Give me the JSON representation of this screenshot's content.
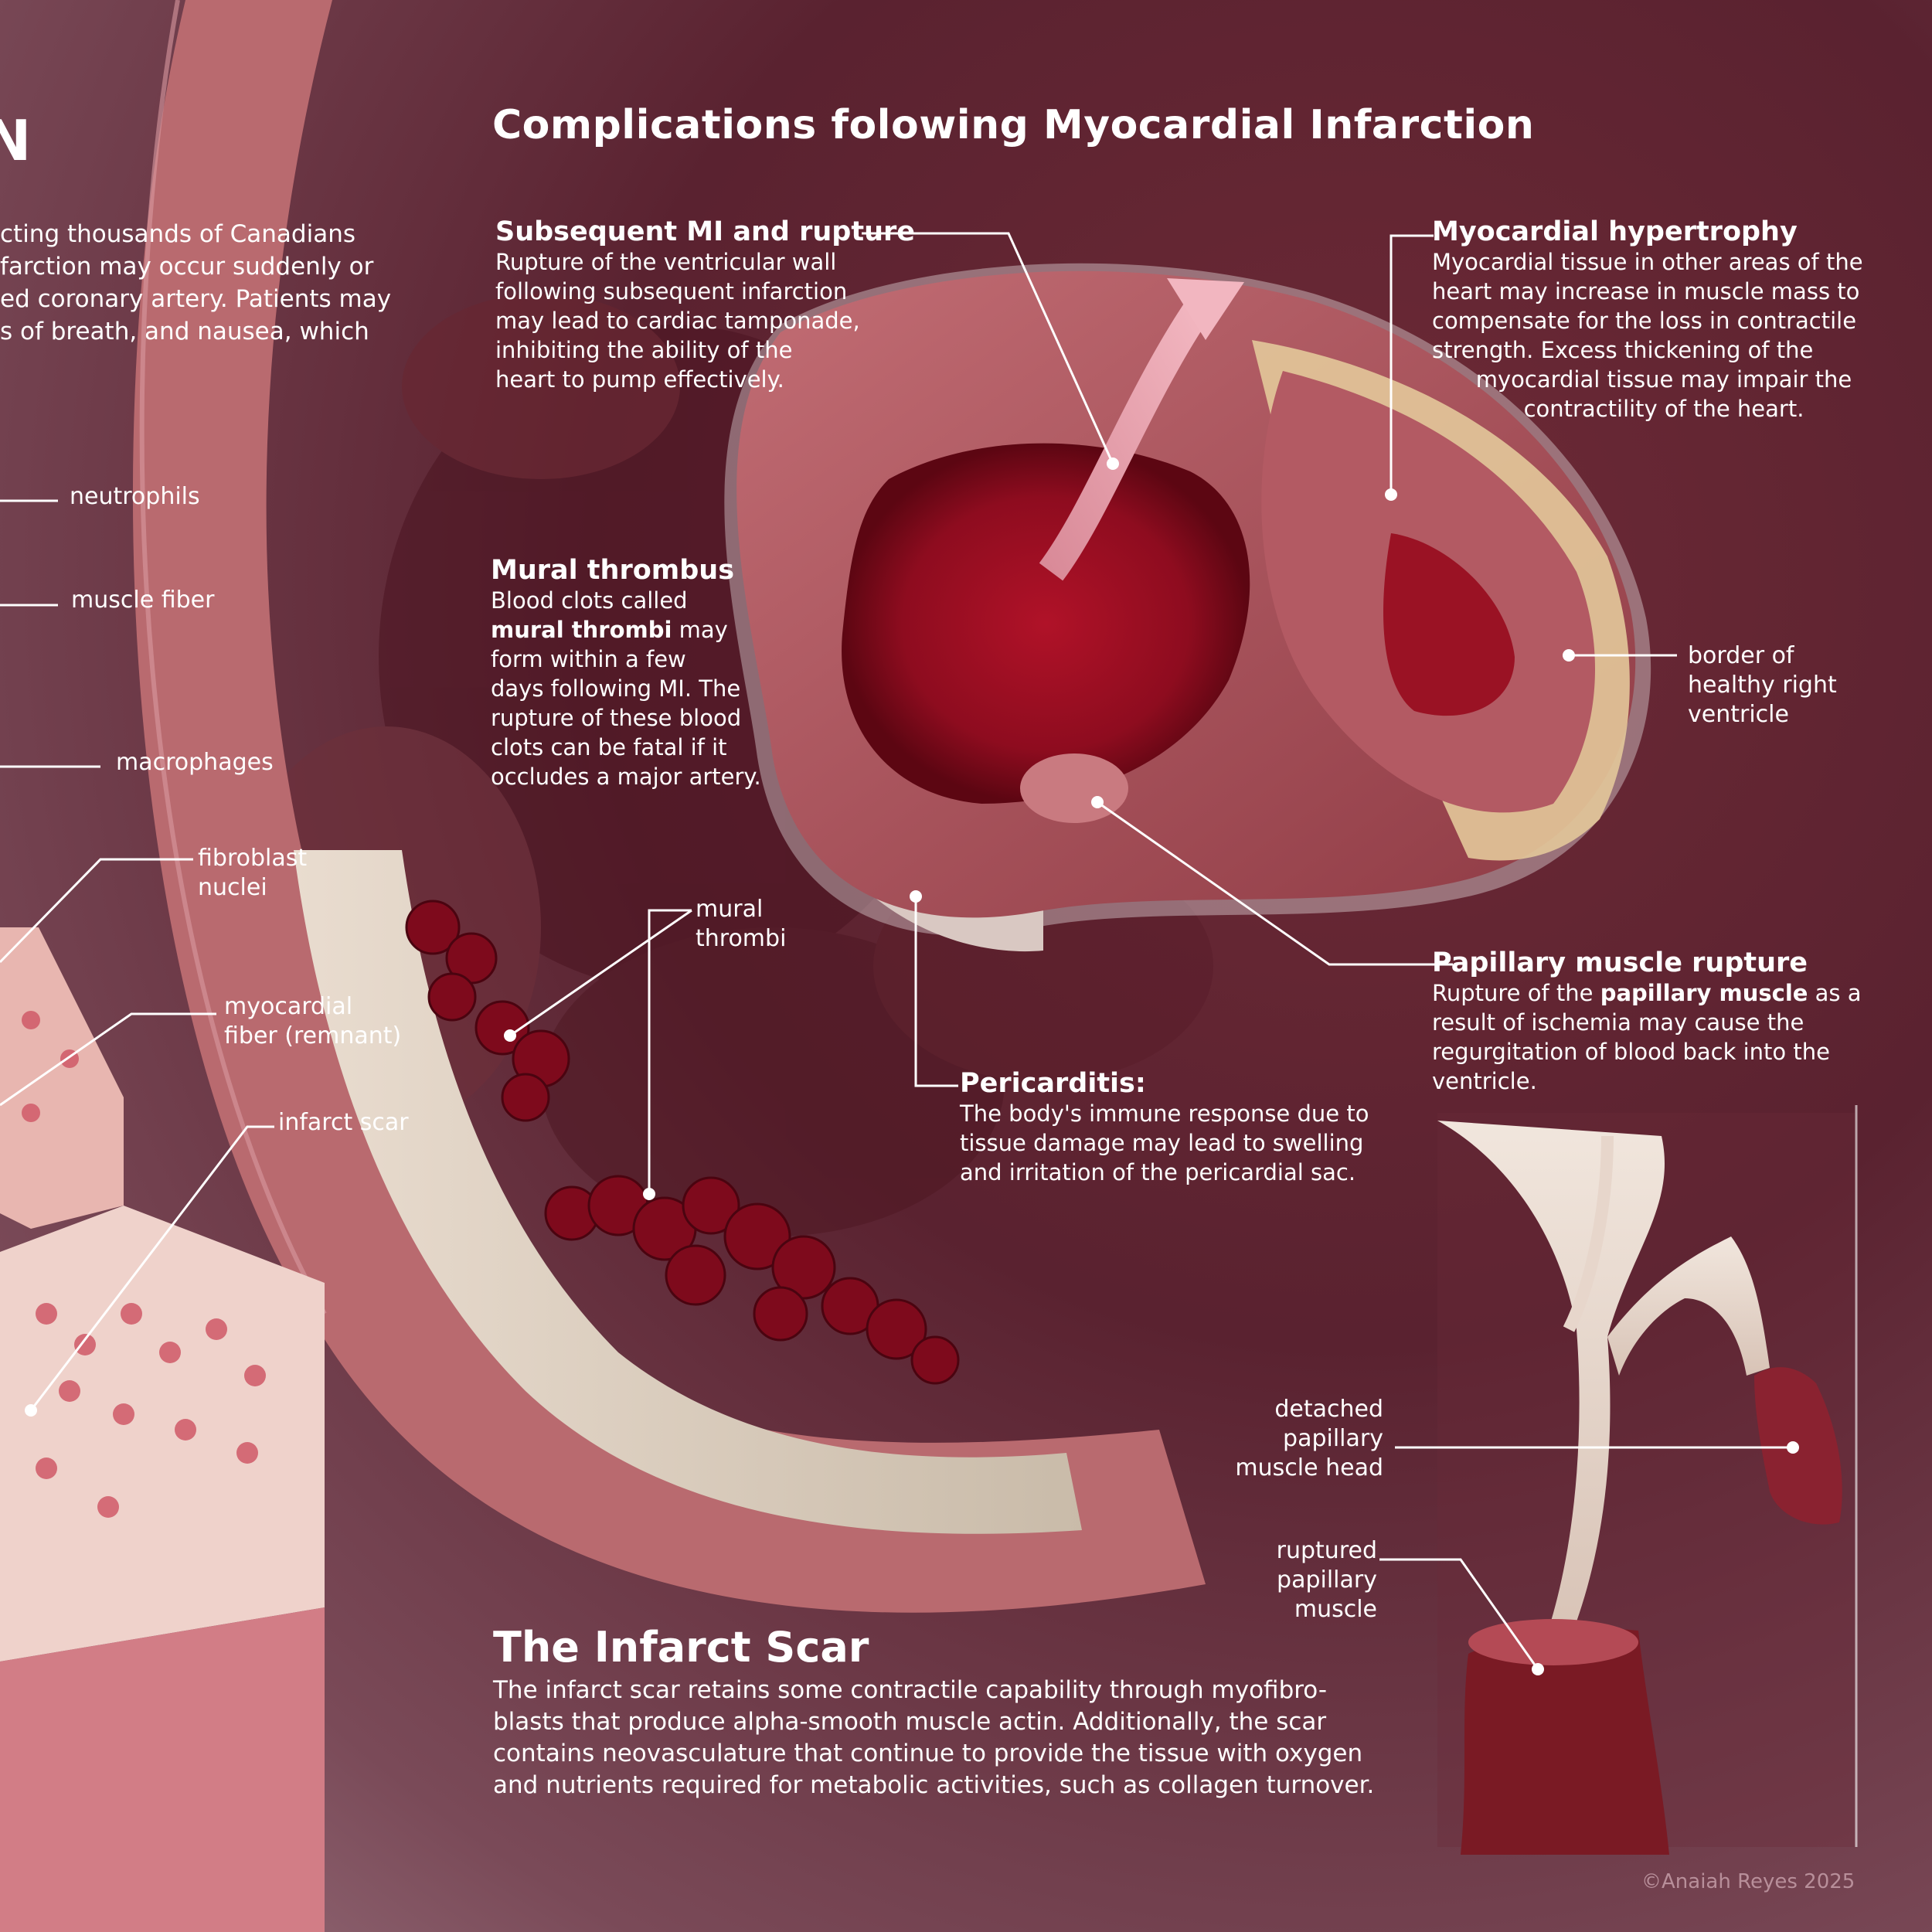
{
  "title": "Complications folowing Myocardial Infarction",
  "left_panel": {
    "heading_fragment": "N",
    "intro_lines": [
      "cting thousands of Canadians",
      "farction may occur suddenly or",
      "ed coronary artery. Patients may",
      "s of breath, and nausea, which"
    ]
  },
  "labels": {
    "neutrophils": "neutrophils",
    "muscle_fiber": "muscle fiber",
    "macrophages": "macrophages",
    "fibroblast_nuclei": [
      "fibroblast",
      "nuclei"
    ],
    "myocardial_fiber": [
      "myocardial",
      "fiber (remnant)"
    ],
    "infarct_scar": "infarct scar",
    "mural_thrombi": [
      "mural",
      "thrombi"
    ],
    "border_right_ventricle": [
      "border of",
      "healthy right",
      "ventricle"
    ],
    "detached_papillary": [
      "detached",
      "papillary",
      "muscle head"
    ],
    "ruptured_papillary": [
      "ruptured",
      "papillary",
      "muscle"
    ]
  },
  "sections": {
    "rupture": {
      "heading": "Subsequent MI and rupture",
      "lines": [
        "Rupture of the ventricular wall",
        "following subsequent infarction",
        "may lead to cardiac tamponade,",
        "inhibiting the ability of the",
        "heart to pump effectively."
      ]
    },
    "hypertrophy": {
      "heading": "Myocardial hypertrophy",
      "lines": [
        "Myocardial tissue in other areas of the",
        "heart may increase in muscle mass to",
        "compensate for the loss in contractile",
        "strength. Excess thickening of the",
        "myocardial tissue may impair the",
        "contractility of the heart."
      ]
    },
    "thrombus": {
      "heading": "Mural thrombus",
      "line1": "Blood clots called",
      "bold": "mural thrombi",
      "line2_rest": " may",
      "lines": [
        "form within a few",
        "days following MI. The",
        "rupture of these blood",
        "clots can be fatal if it",
        "occludes a major artery."
      ]
    },
    "papillary": {
      "heading": "Papillary muscle rupture",
      "line1_pre": "Rupture of the ",
      "bold": "papillary muscle",
      "line1_post": " as a",
      "lines": [
        "result of ischemia may cause the",
        "regurgitation of blood back into the",
        "ventricle."
      ]
    },
    "pericarditis": {
      "heading": "Pericarditis:",
      "lines": [
        "The body's immune response due to",
        "tissue damage may lead to swelling",
        "and irritation of the pericardial sac."
      ]
    },
    "infarct_scar": {
      "heading": "The Infarct Scar",
      "lines": [
        "The infarct scar retains some contractile capability through myofibro-",
        "blasts that produce alpha-smooth muscle actin. Additionally, the scar",
        "contains neovasculature that continue to provide the tissue with oxygen",
        "and nutrients required for metabolic activities, such as collagen turnover."
      ]
    }
  },
  "credit": "©Anaiah Reyes 2025"
}
